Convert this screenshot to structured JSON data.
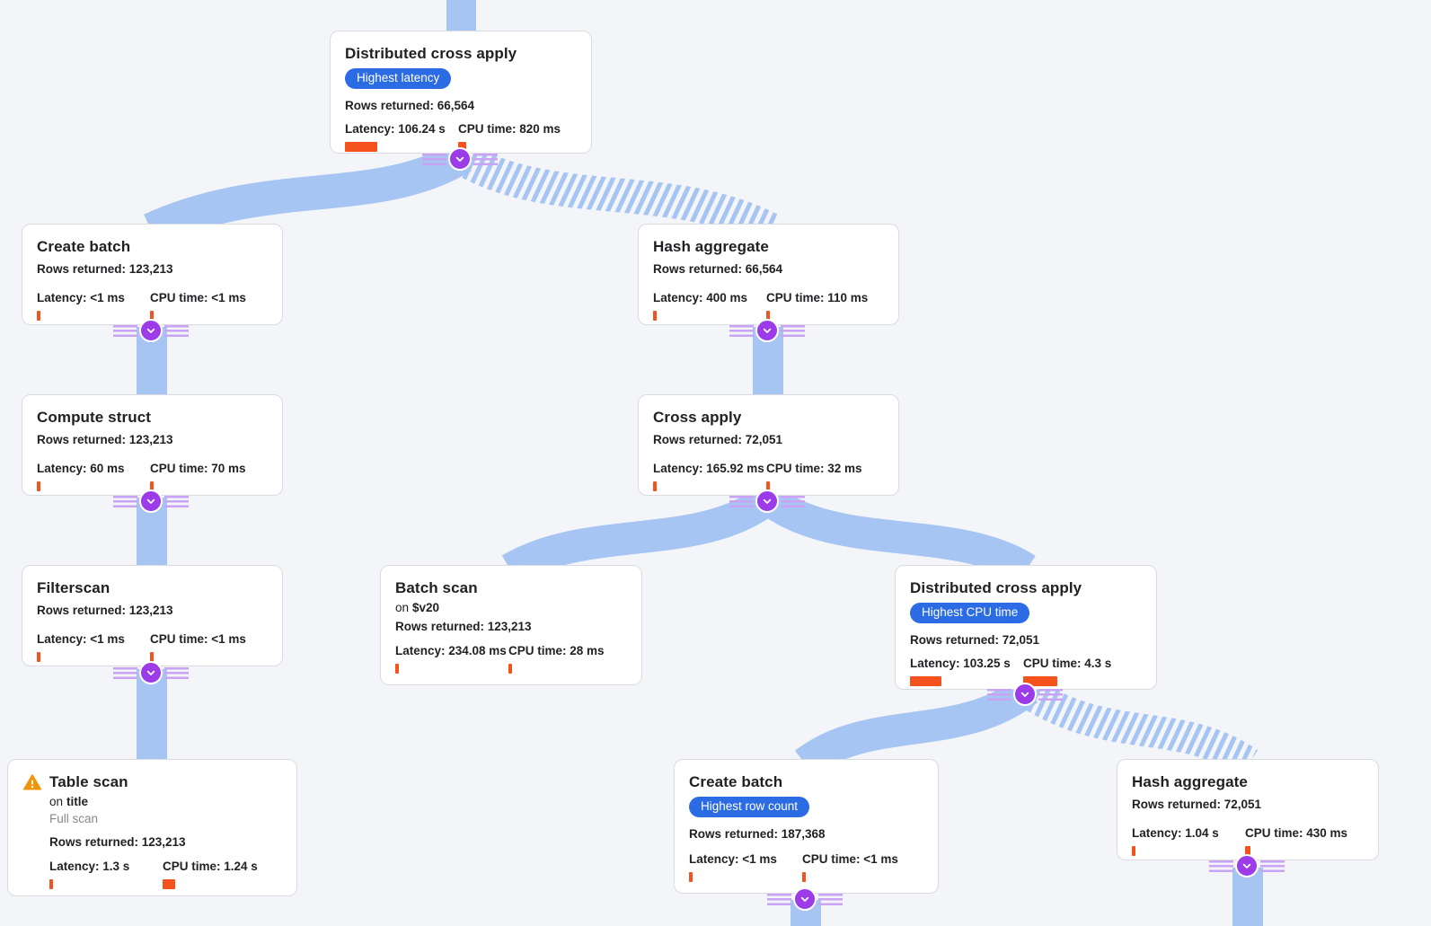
{
  "palette": {
    "background": "#F3F5F9",
    "edge_blue": "#A6C5F2",
    "metric_orange": "#F5531D",
    "badge_blue": "#2B6BE3",
    "connector_purple": "#9C3BE8",
    "connector_lines_lavender": "#C9A3F4",
    "warning_orange": "#F09409",
    "card_border": "#D9DBE0"
  },
  "nodes": [
    {
      "id": "distributed-cross-apply-1",
      "title": "Distributed cross apply",
      "badge": "Highest latency",
      "rows": "Rows returned: 66,564",
      "latency": "Latency: 106.24 s",
      "cpu": "CPU time: 820 ms",
      "latency_bar": 36,
      "cpu_bar": 9
    },
    {
      "id": "create-batch-1",
      "title": "Create batch",
      "rows": "Rows returned: 123,213",
      "latency": "Latency: <1 ms",
      "cpu": "CPU time: <1 ms",
      "latency_bar": 4,
      "cpu_bar": 4
    },
    {
      "id": "compute-struct",
      "title": "Compute struct",
      "rows": "Rows returned: 123,213",
      "latency": "Latency: 60 ms",
      "cpu": "CPU time: 70 ms",
      "latency_bar": 4,
      "cpu_bar": 4
    },
    {
      "id": "filterscan",
      "title": "Filterscan",
      "rows": "Rows returned: 123,213",
      "latency": "Latency: <1 ms",
      "cpu": "CPU time: <1 ms",
      "latency_bar": 4,
      "cpu_bar": 4
    },
    {
      "id": "table-scan",
      "title": "Table scan",
      "warning": true,
      "on_prefix": "on",
      "on_target": "title",
      "scan_type": "Full scan",
      "rows": "Rows returned: 123,213",
      "latency": "Latency: 1.3 s",
      "cpu": "CPU time: 1.24 s",
      "latency_bar": 4,
      "cpu_bar": 14
    },
    {
      "id": "hash-aggregate-1",
      "title": "Hash aggregate",
      "rows": "Rows returned: 66,564",
      "latency": "Latency: 400 ms",
      "cpu": "CPU time: 110 ms",
      "latency_bar": 4,
      "cpu_bar": 4
    },
    {
      "id": "cross-apply",
      "title": "Cross apply",
      "rows": "Rows returned: 72,051",
      "latency": "Latency: 165.92 ms",
      "cpu": "CPU time: 32 ms",
      "latency_bar": 4,
      "cpu_bar": 4
    },
    {
      "id": "batch-scan",
      "title": "Batch scan",
      "on_prefix": "on",
      "on_target": "$v20",
      "rows": "Rows returned: 123,213",
      "latency": "Latency: 234.08 ms",
      "cpu": "CPU time: 28 ms",
      "latency_bar": 4,
      "cpu_bar": 4
    },
    {
      "id": "distributed-cross-apply-2",
      "title": "Distributed cross apply",
      "badge": "Highest CPU time",
      "rows": "Rows returned: 72,051",
      "latency": "Latency: 103.25 s",
      "cpu": "CPU time: 4.3 s",
      "latency_bar": 35,
      "cpu_bar": 38
    },
    {
      "id": "create-batch-2",
      "title": "Create batch",
      "badge": "Highest row count",
      "rows": "Rows returned: 187,368",
      "latency": "Latency: <1 ms",
      "cpu": "CPU time: <1 ms",
      "latency_bar": 4,
      "cpu_bar": 4
    },
    {
      "id": "hash-aggregate-2",
      "title": "Hash aggregate",
      "rows": "Rows returned: 72,051",
      "latency": "Latency: 1.04 s",
      "cpu": "CPU time: 430 ms",
      "latency_bar": 4,
      "cpu_bar": 6
    }
  ],
  "edges": [
    {
      "from": "(offscreen-parent)",
      "to": "distributed-cross-apply-1",
      "type": "local"
    },
    {
      "from": "distributed-cross-apply-1",
      "to": "create-batch-1",
      "type": "local"
    },
    {
      "from": "distributed-cross-apply-1",
      "to": "hash-aggregate-1",
      "type": "remote-striped"
    },
    {
      "from": "create-batch-1",
      "to": "compute-struct",
      "type": "local"
    },
    {
      "from": "compute-struct",
      "to": "filterscan",
      "type": "local"
    },
    {
      "from": "filterscan",
      "to": "table-scan",
      "type": "local"
    },
    {
      "from": "hash-aggregate-1",
      "to": "cross-apply",
      "type": "local"
    },
    {
      "from": "cross-apply",
      "to": "batch-scan",
      "type": "local"
    },
    {
      "from": "cross-apply",
      "to": "distributed-cross-apply-2",
      "type": "local"
    },
    {
      "from": "distributed-cross-apply-2",
      "to": "create-batch-2",
      "type": "local"
    },
    {
      "from": "distributed-cross-apply-2",
      "to": "hash-aggregate-2",
      "type": "remote-striped"
    },
    {
      "from": "create-batch-2",
      "to": "(offscreen-child)",
      "type": "local"
    },
    {
      "from": "hash-aggregate-2",
      "to": "(offscreen-child)",
      "type": "local"
    }
  ]
}
